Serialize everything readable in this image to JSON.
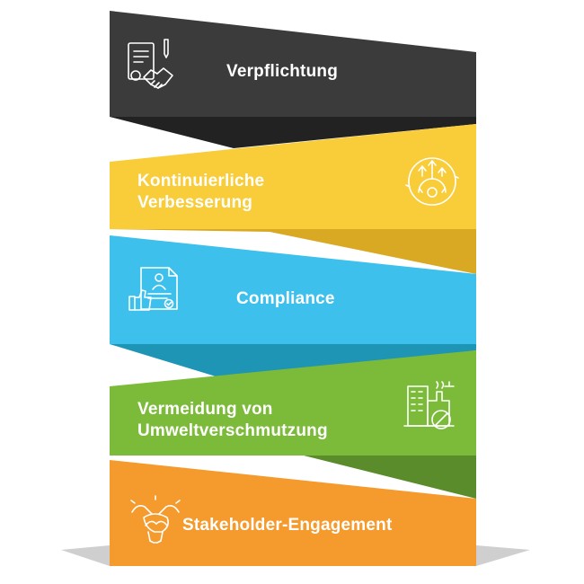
{
  "steps": [
    {
      "id": "verpflichtung",
      "lines": [
        "Verpflichtung"
      ],
      "icon": "contract-handshake-icon",
      "color": "#3b3b3b",
      "fold_color": "#222222"
    },
    {
      "id": "verbesserung",
      "lines": [
        "Kontinuierliche",
        "Verbesserung"
      ],
      "icon": "improvement-gear-arrows-icon",
      "color": "#f9cc3a",
      "fold_color": "#d9a923"
    },
    {
      "id": "compliance",
      "lines": [
        "Compliance"
      ],
      "icon": "document-thumbs-up-icon",
      "color": "#3ec0ec",
      "fold_color": "#1f95b5"
    },
    {
      "id": "umwelt",
      "lines": [
        "Vermeidung von",
        "Umweltverschmutzung"
      ],
      "icon": "factory-no-pollution-icon",
      "color": "#7cbb3a",
      "fold_color": "#5b8c2b"
    },
    {
      "id": "stakeholder",
      "lines": [
        "Stakeholder-Engagement"
      ],
      "icon": "hands-together-icon",
      "color": "#f59a2c",
      "fold_color": "#c97a1c"
    }
  ],
  "shadow_color": "#cfcfcf"
}
